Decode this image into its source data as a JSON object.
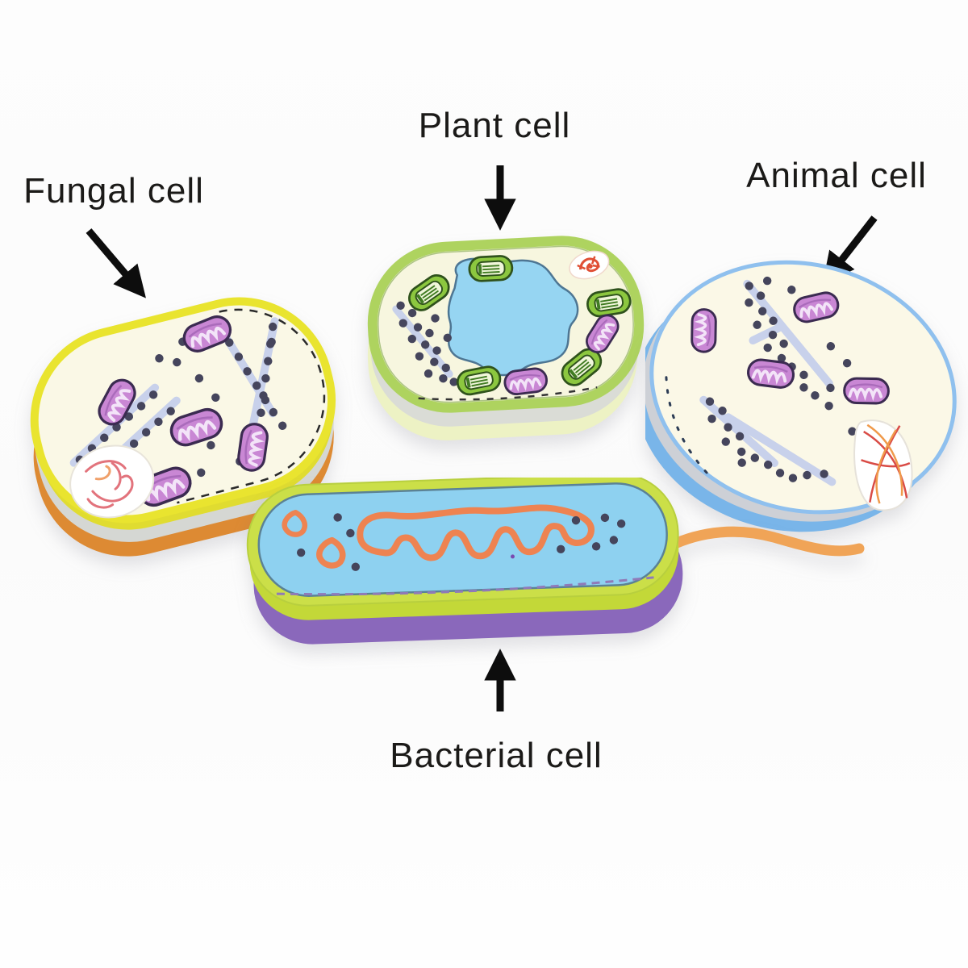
{
  "figure": {
    "background_color": "#fcfcfc",
    "label_color": "#1b1a18",
    "arrow_color": "#0d0d0d"
  },
  "annotations": {
    "fungal": {
      "label": "Fungal cell",
      "arrow_direction": "down-right"
    },
    "plant": {
      "label": "Plant cell",
      "arrow_direction": "down"
    },
    "animal": {
      "label": "Animal cell",
      "arrow_direction": "down-left"
    },
    "bacterial": {
      "label": "Bacterial cell",
      "arrow_direction": "up"
    }
  },
  "models": [
    {
      "name": "fungal-cell-model",
      "label": "Fungal cell",
      "rim_color": "#e9e42f",
      "side_color": "#dd8a33",
      "surface_color": "#faf8e6",
      "organelles": [
        "nucleus",
        "mitochondria",
        "ribosomes",
        "endoplasmic-reticulum"
      ]
    },
    {
      "name": "plant-cell-model",
      "label": "Plant cell",
      "rim_color": "#aed35f",
      "side_color": "#edf2c4",
      "surface_color": "#f7f6df",
      "vacuole_color": "#96d5f2",
      "organelles": [
        "central-vacuole",
        "chloroplasts",
        "mitochondria",
        "ribosomes",
        "endoplasmic-reticulum"
      ]
    },
    {
      "name": "animal-cell-model",
      "label": "Animal cell",
      "rim_color": "#8fc0ee",
      "side_color": "#79b5e9",
      "surface_color": "#fbf8e7",
      "organelles": [
        "mitochondria",
        "ribosomes",
        "endoplasmic-reticulum",
        "centrioles"
      ]
    },
    {
      "name": "bacterial-cell-model",
      "label": "Bacterial cell",
      "rim_color": "#cbdf48",
      "side_color": "#8a68bb",
      "cytoplasm_color": "#8ed1f0",
      "nucleoid_color": "#ee8351",
      "flagellum_color": "#f0a457",
      "organelles": [
        "nucleoid",
        "plasmids",
        "ribosomes",
        "flagellum"
      ]
    }
  ]
}
